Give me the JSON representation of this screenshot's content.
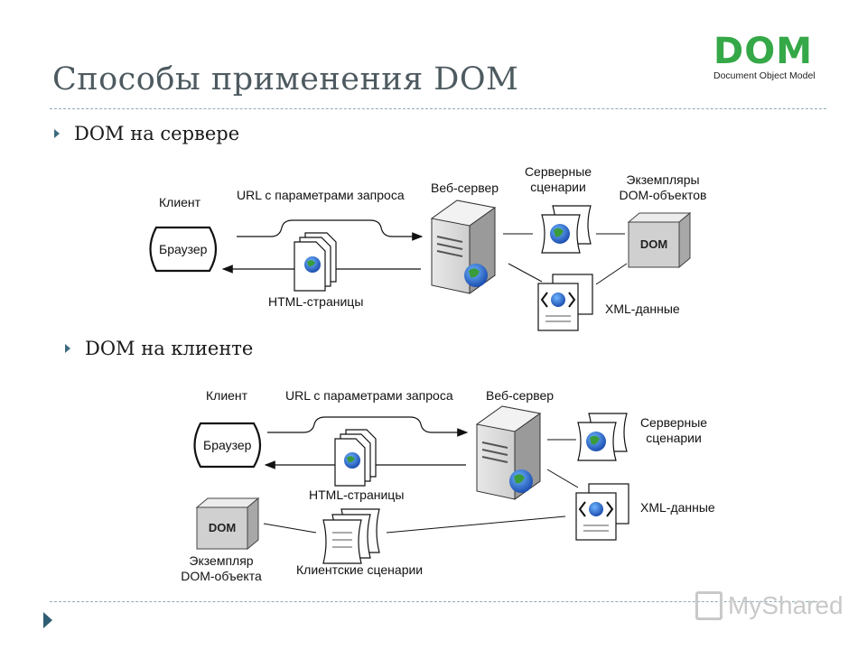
{
  "title": "Способы применения DOM",
  "logo": {
    "big": "DOM",
    "sub": "Document Object Model"
  },
  "bullets": {
    "server": "DOM на сервере",
    "client": "DOM на клиенте"
  },
  "server_diagram": {
    "client": "Клиент",
    "browser": "Браузер",
    "url": "URL с параметрами запроса",
    "html_pages": "HTML-страницы",
    "web_server": "Веб-сервер",
    "server_scripts_1": "Серверные",
    "server_scripts_2": "сценарии",
    "instances_1": "Экземпляры",
    "instances_2": "DOM-объектов",
    "dom": "DOM",
    "xml": "XML-данные"
  },
  "client_diagram": {
    "client": "Клиент",
    "browser": "Браузер",
    "url": "URL с параметрами запроса",
    "web_server": "Веб-сервер",
    "html_pages": "HTML-страницы",
    "server_scripts_1": "Серверные",
    "server_scripts_2": "сценарии",
    "xml": "XML-данные",
    "dom": "DOM",
    "instance_1": "Экземпляр",
    "instance_2": "DOM-объекта",
    "client_scripts": "Клиентские сценарии"
  },
  "watermark": "MyShared"
}
